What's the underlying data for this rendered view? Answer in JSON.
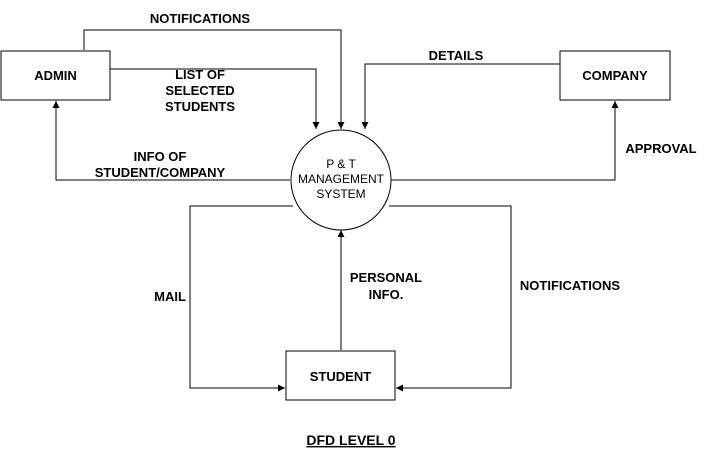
{
  "entities": {
    "admin": "ADMIN",
    "company": "COMPANY",
    "student": "STUDENT"
  },
  "process": {
    "line1": "P & T",
    "line2": "MANAGEMENT",
    "line3": "SYSTEM"
  },
  "flows": {
    "notifications_admin": "NOTIFICATIONS",
    "list_selected": [
      "LIST OF",
      "SELECTED",
      "STUDENTS"
    ],
    "info_student_company": [
      "INFO OF",
      "STUDENT/COMPANY"
    ],
    "details": "DETAILS",
    "approval": "APPROVAL",
    "mail": "MAIL",
    "personal_info": [
      "PERSONAL",
      "INFO."
    ],
    "notifications_student": "NOTIFICATIONS"
  },
  "title": "DFD LEVEL 0"
}
